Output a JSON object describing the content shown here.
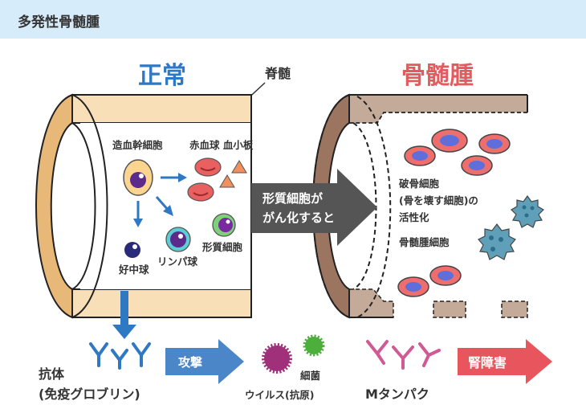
{
  "header": {
    "title": "多発性骨髄腫"
  },
  "normal": {
    "title": "正常",
    "spinal_label": "脊髄",
    "stem_cell": "造血幹細胞",
    "rbc_platelet": "赤血球 血小板",
    "neutrophil": "好中球",
    "lymphocyte": "リンパ球",
    "plasma_cell": "形質細胞"
  },
  "transition": {
    "line1": "形質細胞が",
    "line2": "がん化すると"
  },
  "myeloma": {
    "title": "骨髄腫",
    "osteoclast_1": "破骨細胞",
    "osteoclast_2": "(骨を壊す細胞)の",
    "osteoclast_3": "活性化",
    "myeloma_cell": "骨髄腫細胞"
  },
  "bottom": {
    "antibody_1": "抗体",
    "antibody_2": "(免疫グロブリン)",
    "attack": "攻撃",
    "bacteria": "細菌",
    "virus": "ウイルス(抗原)",
    "m_protein": "Mタンパク",
    "kidney": "腎障害"
  },
  "colors": {
    "normal": "#2f78c4",
    "myeloma": "#e45a5f",
    "arrow_dark": "#555555",
    "attack": "#4a86c8",
    "kidney": "#e9555c"
  }
}
